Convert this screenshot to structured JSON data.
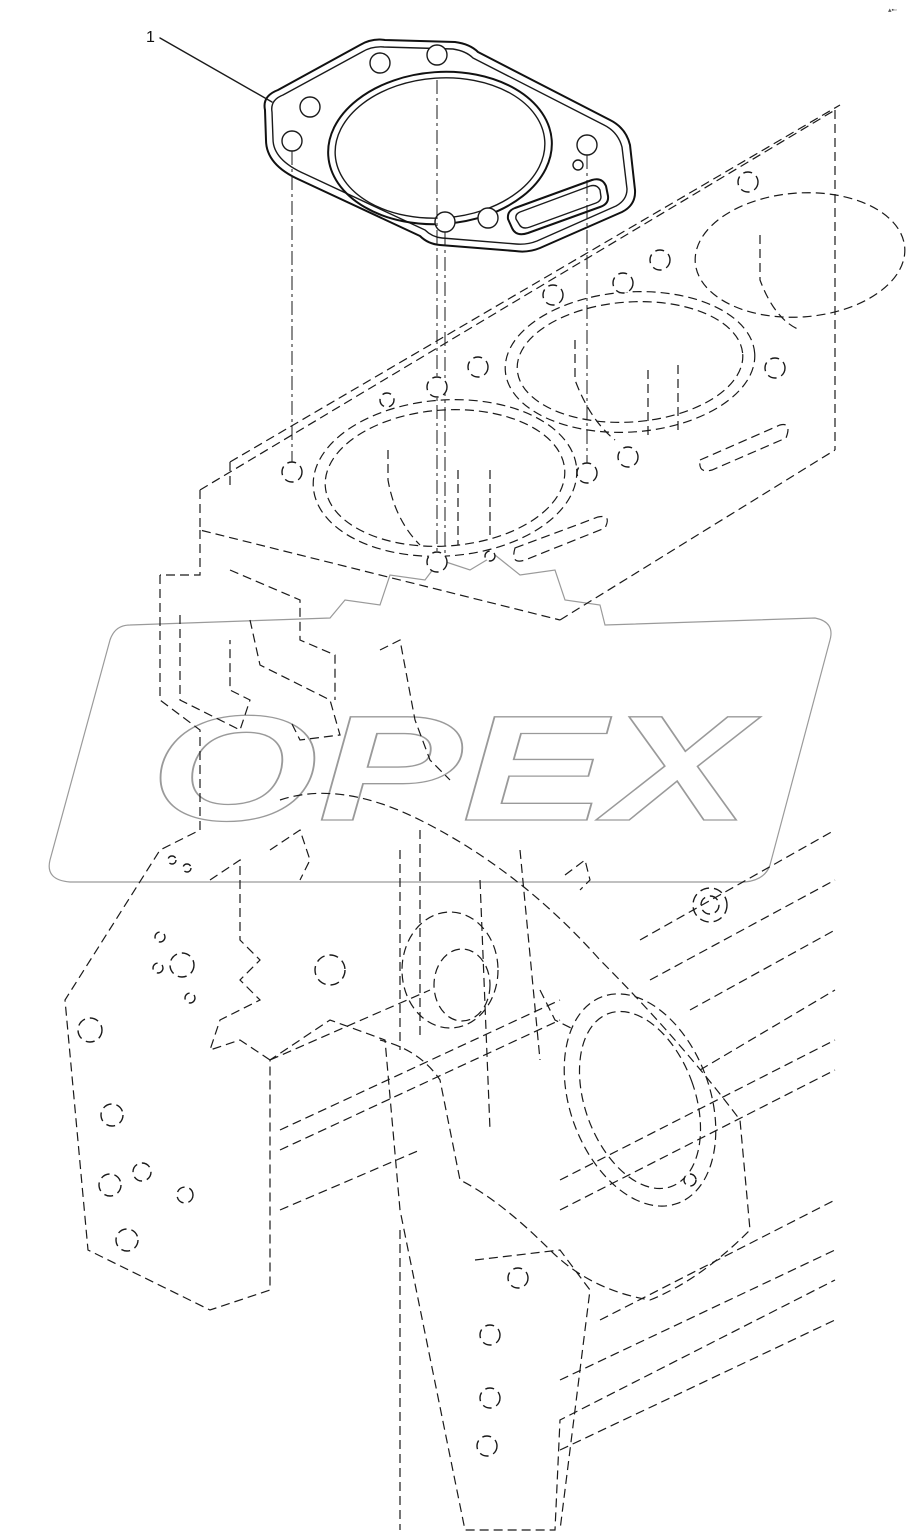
{
  "diagram": {
    "callouts": [
      {
        "label": "1",
        "part": "cylinder-head-gasket"
      }
    ],
    "watermark": {
      "text": "OPEX"
    },
    "colors": {
      "line": "#1a1a1a",
      "watermark": "#9a9a9a",
      "background": "#ffffff"
    }
  }
}
